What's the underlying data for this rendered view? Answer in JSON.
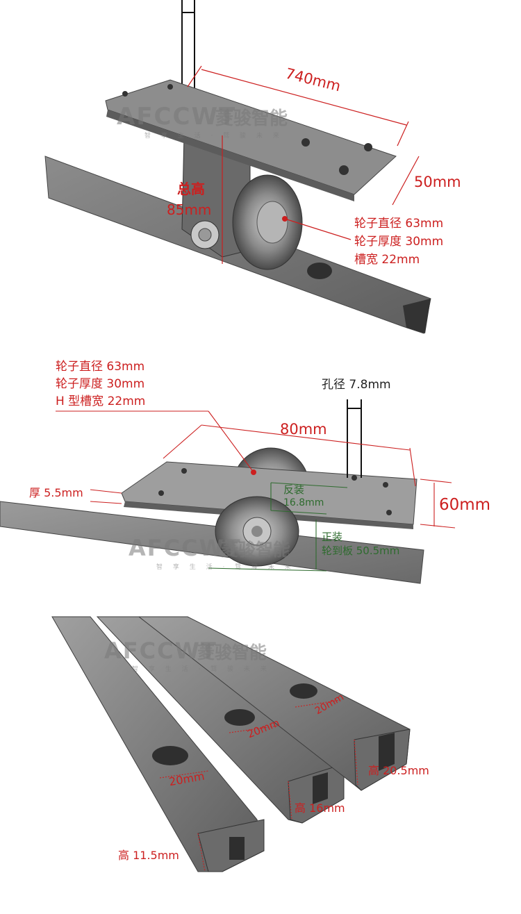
{
  "watermark": {
    "brand": "AFCCWT",
    "brand_cn": "菱骏智能",
    "slogan": "智 享 生 活 · 骛 骏 未 来"
  },
  "panel_top": {
    "length": "740mm",
    "width": "50mm",
    "height_label": "总高",
    "height_value": "85mm",
    "specs": [
      "轮子直径 63mm",
      "轮子厚度 30mm",
      "槽宽 22mm"
    ]
  },
  "panel_mid": {
    "specs": [
      "轮子直径 63mm",
      "轮子厚度 30mm",
      "H 型槽宽 22mm"
    ],
    "hole": "孔径 7.8mm",
    "length": "80mm",
    "width": "60mm",
    "thickness": "厚 5.5mm",
    "reverse_label": "反装",
    "reverse_value": "16.8mm",
    "forward_label": "正装",
    "forward_value": "轮到板 50.5mm"
  },
  "panel_bottom": {
    "widths": [
      "20mm",
      "20mm",
      "20mm"
    ],
    "heights": [
      "高 11.5mm",
      "高 16mm",
      "高 20.5mm"
    ]
  },
  "colors": {
    "annotation_red": "#cc1f1f",
    "annotation_green": "#2e6b2e",
    "metal_dark": "#5a5a5a",
    "metal_light": "#9a9a9a"
  }
}
